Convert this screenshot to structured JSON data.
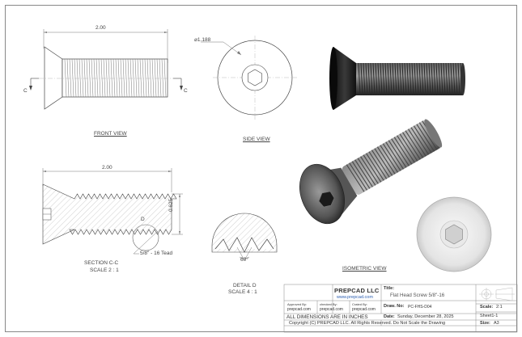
{
  "views": {
    "front": {
      "label": "FRONT VIEW",
      "dim_length": "2.00",
      "section_mark": "C"
    },
    "side": {
      "label": "SIDE VIEW",
      "dim_diameter": "⌀1.188"
    },
    "section": {
      "label": "SECTION C-C",
      "scale": "SCALE 2 : 1",
      "dim_length": "2.00",
      "dim_height": "0.625",
      "detail_mark": "D",
      "thread_callout": "5/8\" - 16 Tead"
    },
    "detail": {
      "label": "DETAIL D",
      "scale": "SCALE 4 : 1",
      "angle": "60°"
    },
    "isometric": {
      "label": "ISOMETRIC VIEW"
    }
  },
  "title_block": {
    "company": "PREPCAD LLC",
    "website": "www.prepcad.com",
    "title_label": "Title:",
    "title": "Flat Head Screw 5/8\"-16",
    "approved_label": "Approved By:",
    "approved_value": "prepcad.com",
    "checked_label": "checked By:",
    "checked_value": "prepcad.com",
    "created_label": "Crated By:",
    "created_value": "prepcad.com",
    "draw_no_label": "Draw. No:",
    "draw_no": "PC-FHS-D04",
    "date_label": "Date:",
    "date": "Sunday, December 28, 2025",
    "scale_label": "Scale:",
    "scale": "2:1",
    "sheet": "Sheet1-1",
    "size_label": "Size:",
    "size": "A3",
    "units_note": "ALL DIMENSIONS ARE IN INCHES",
    "copyright": "Copyright (C)  PREPCAD LLC. All Rights Reserved. Do Not Scale the Drawing"
  }
}
